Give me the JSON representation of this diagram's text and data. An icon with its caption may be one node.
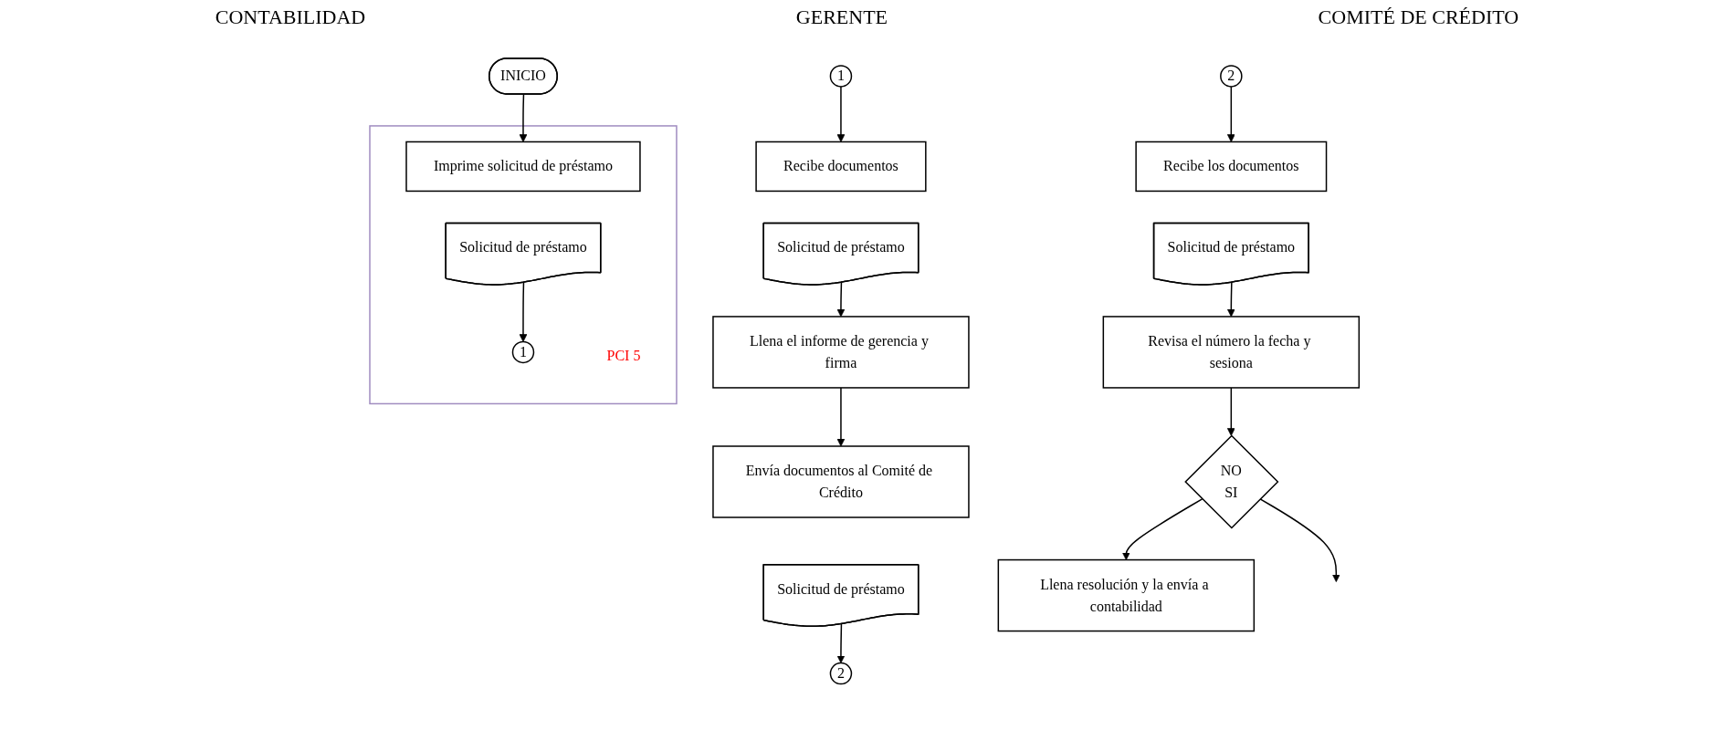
{
  "diagram": {
    "nodes": [
      {
        "text": [
          "INICIO"
        ]
      },
      {
        "text": [
          "PCI 5"
        ]
      },
      {
        "text": [
          "Imprime solicitud de préstamo"
        ],
        "in": 1
      },
      {
        "text": [
          "Solicitud de préstamo"
        ],
        "in": 1
      },
      {
        "text": [
          "1"
        ],
        "in": 1
      },
      {
        "text": [
          "1"
        ]
      },
      {
        "text": [
          "Recibe documentos"
        ]
      },
      {
        "text": [
          "Solicitud de préstamo"
        ]
      },
      {
        "text": [
          "Llena el informe de gerencia y firma"
        ]
      },
      {
        "text": [
          "Envía documentos al Comité de Crédito"
        ]
      },
      {
        "text": [
          "Solicitud de préstamo"
        ]
      },
      {
        "text": [
          "2"
        ]
      },
      {
        "text": [
          "2"
        ]
      },
      {
        "text": [
          "Recibe los documentos"
        ]
      },
      {
        "text": [
          "Solicitud de préstamo"
        ]
      },
      {
        "text": [
          "Revisa el número la fecha y sesiona"
        ]
      },
      {
        "text": [
          "NO",
          "SI"
        ]
      },
      {
        "text": [
          "Llena resolución y la envía a contabilidad"
        ]
      }
    ],
    "edges": [
      {
        "from": 0,
        "to": 2,
        "arrow": "to"
      },
      {
        "from": 3,
        "to": 4,
        "arrow": "to"
      },
      {
        "from": 5,
        "to": 6,
        "arrow": "to"
      },
      {
        "from": 7,
        "to": 8,
        "arrow": "to"
      },
      {
        "from": 8,
        "to": 9,
        "arrow": "to"
      },
      {
        "from": 10,
        "to": 11,
        "arrow": "to"
      },
      {
        "from": 12,
        "to": 13,
        "arrow": "to"
      },
      {
        "from": 14,
        "to": 15,
        "arrow": "to"
      },
      {
        "from": 15,
        "to": 16,
        "arrow": "to"
      },
      {
        "from": 16,
        "to": 17,
        "arrow": "to"
      },
      {
        "from": 16,
        "to": null,
        "arrow": "to"
      }
    ],
    "labels": [
      "CONTABILIDAD",
      "GERENTE",
      "COMITÉ DE CRÉDITO"
    ]
  }
}
